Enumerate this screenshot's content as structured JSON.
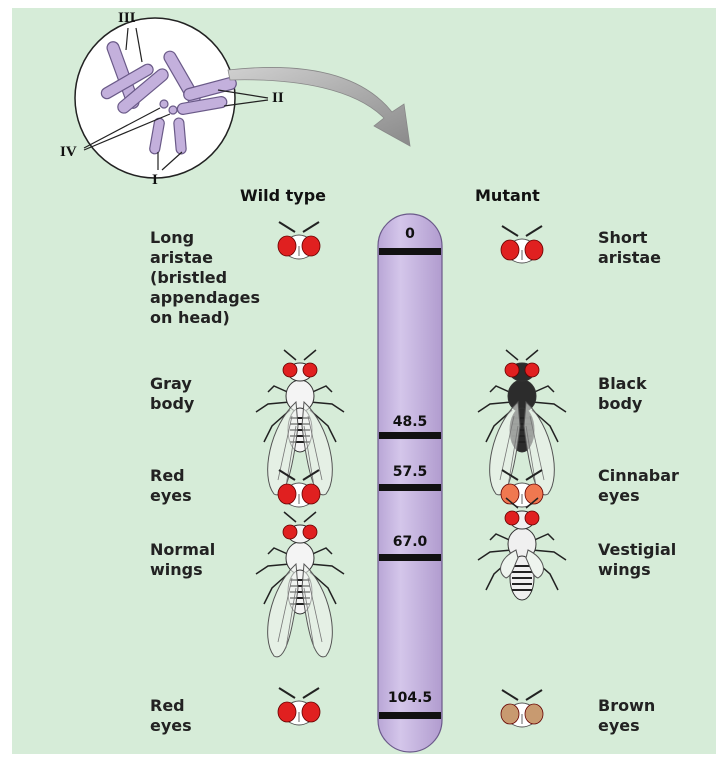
{
  "chromosome_labels": {
    "I": "I",
    "II": "II",
    "III": "III",
    "IV": "IV"
  },
  "headers": {
    "wild": "Wild type",
    "mutant": "Mutant"
  },
  "loci": [
    {
      "position": "0",
      "wild": "Long\naristae\n(bristled\nappendages\non head)",
      "mutant": "Short\naristae",
      "wild_icon": "head-red-eyes",
      "mutant_icon": "head-red-eyes"
    },
    {
      "position": "48.5",
      "wild": "Gray\nbody",
      "mutant": "Black\nbody",
      "wild_icon": "fly-gray-body",
      "mutant_icon": "fly-black-body"
    },
    {
      "position": "57.5",
      "wild": "Red\neyes",
      "mutant": "Cinnabar\neyes",
      "wild_icon": "head-red-eyes",
      "mutant_icon": "head-cinnabar-eyes"
    },
    {
      "position": "67.0",
      "wild": "Normal\nwings",
      "mutant": "Vestigial\nwings",
      "wild_icon": "fly-normal-wings",
      "mutant_icon": "fly-vestigial-wings"
    },
    {
      "position": "104.5",
      "wild": "Red\neyes",
      "mutant": "Brown\neyes",
      "wild_icon": "head-red-eyes",
      "mutant_icon": "head-brown-eyes"
    }
  ],
  "colors": {
    "background": "#d6ecd8",
    "chromosome": "#c9b8e0",
    "red_eye": "#e02020",
    "cinnabar_eye": "#f07850",
    "brown_eye": "#c89a70",
    "arrow": "#a0a0a0"
  }
}
